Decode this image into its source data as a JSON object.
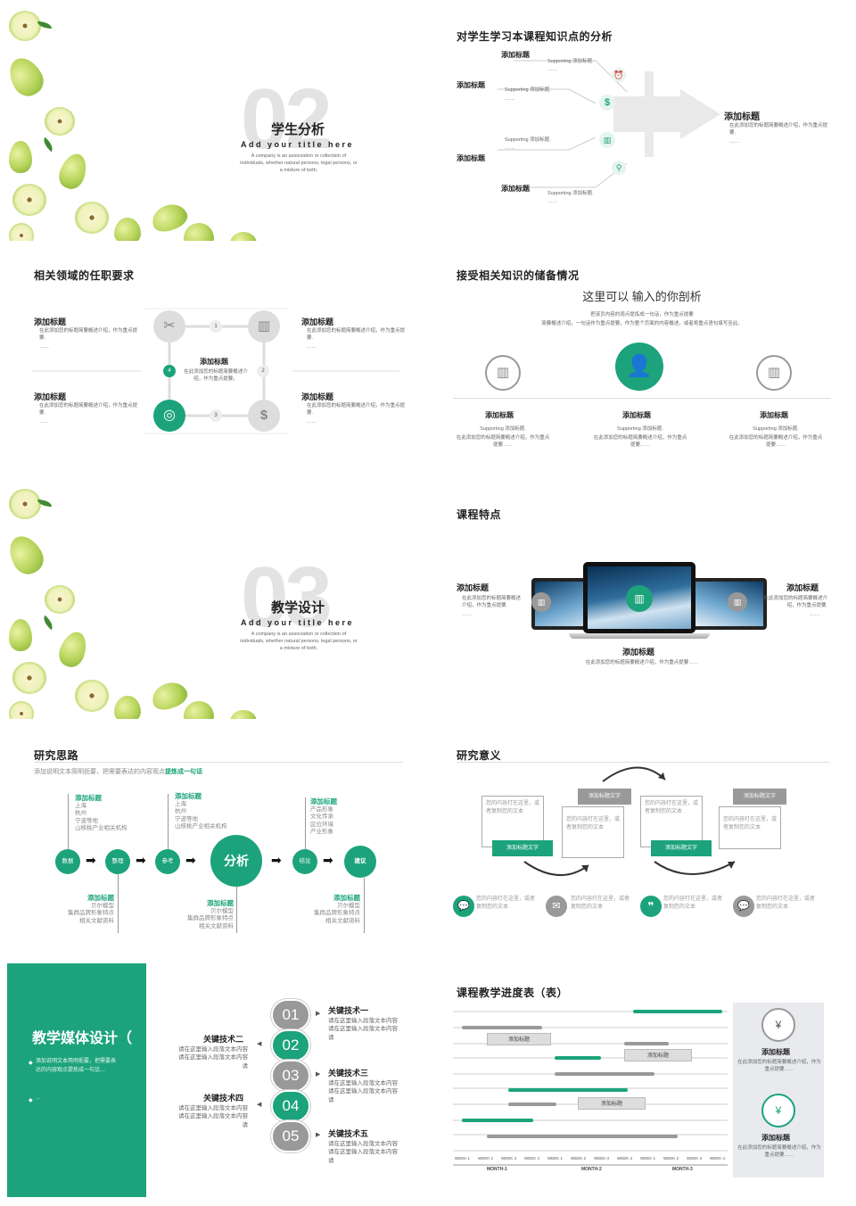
{
  "s1": {
    "number": "02",
    "title": "学生分析",
    "subtitle": "Add your title here",
    "desc": "A company is an association or collection of individuals, whether natural persons, legal persons, or a mixture of both."
  },
  "s2": {
    "title": "对学生学习本课程知识点的分析",
    "items": [
      {
        "heading": "添加标题",
        "sub": "Supporting 添加标题.",
        "dots": "……"
      },
      {
        "heading": "添加标题",
        "sub": "Supporting 添加标题.",
        "dots": "……"
      },
      {
        "heading": "添加标题",
        "sub": "Supporting 添加标题.",
        "dots": "……"
      },
      {
        "heading": "添加标题",
        "sub": "Supporting 添加标题.",
        "dots": "……"
      }
    ],
    "right": {
      "heading": "添加标题",
      "line": "在此添加您的标题简要概述介绍，作为重点提要.",
      "dots": "……"
    }
  },
  "s3": {
    "title": "相关领域的任职要求",
    "blocks": [
      {
        "heading": "添加标题",
        "line": "在此添加您的标题简要概述介绍，作为重点提要.",
        "dots": "……"
      },
      {
        "heading": "添加标题",
        "line": "在此添加您的标题简要概述介绍，作为重点提要.",
        "dots": "……"
      },
      {
        "heading": "添加标题",
        "line": "在此添加您的标题简要概述介绍，作为重点提要.",
        "dots": "……"
      },
      {
        "heading": "添加标题",
        "line": "在此添加您的标题简要概述介绍，作为重点提要.",
        "dots": "……"
      }
    ],
    "center": {
      "heading": "添加标题",
      "line": "在此添加您的标题简要概述介绍，作为重点提要。"
    },
    "nums": [
      "1",
      "2",
      "3",
      "4"
    ]
  },
  "s4": {
    "title": "接受相关知识的储备情况",
    "headline": "这里可以 输入的你剖析",
    "desc1": "把该页内容的观点提炼成一句话，作为重点提要",
    "desc2": "简要概述介绍，一句话作为重点提要，作为整个页面的内容概述，或者将重点语句填写至此。",
    "cols": [
      {
        "heading": "添加标题",
        "sub": "Supporting 添加标题.",
        "line": "在此添加您的标题简要概述介绍，作为重点提要……"
      },
      {
        "heading": "添加标题",
        "sub": "Supporting 添加标题.",
        "line": "在此添加您的标题简要概述介绍，作为重点提要……"
      },
      {
        "heading": "添加标题",
        "sub": "Supporting 添加标题.",
        "line": "在此添加您的标题简要概述介绍，作为重点提要……"
      }
    ]
  },
  "s5": {
    "number": "03",
    "title": "教学设计",
    "subtitle": "Add your title here",
    "desc": "A company is an association or collection of individuals, whether natural persons, legal persons, or a mixture of both."
  },
  "s6": {
    "title": "课程特点",
    "left": {
      "heading": "添加标题",
      "line": "在此添加您的标题简要概述介绍，作为重点提要.",
      "dots": "……"
    },
    "right": {
      "heading": "添加标题",
      "line": "在此添加您的标题简要概述介绍，作为重点提要.",
      "dots": "……"
    },
    "bottom": {
      "heading": "添加标题",
      "line": "在此添加您的标题简要概述介绍，作为重点提要……"
    }
  },
  "s7": {
    "title": "研究思路",
    "desc": "添加说明文本简明扼要，把需要表达的内容观点",
    "desc_em": "提炼成一句话",
    "nodes": [
      "数据",
      "整理",
      "参考",
      "分析",
      "结论",
      "建议"
    ],
    "top": [
      {
        "heading": "添加标题",
        "lines": [
          "上海",
          "杭州",
          "宁波等地",
          "山核桃产业相关机构"
        ]
      },
      {
        "heading": "添加标题",
        "lines": [
          "上海",
          "杭州",
          "宁波等地",
          "山核桃产业相关机构"
        ]
      },
      {
        "heading": "添加标题",
        "lines": [
          "产品形象",
          "文化传承",
          "区位环境",
          "产业形象"
        ]
      }
    ],
    "bottom": [
      {
        "heading": "添加标题",
        "lines": [
          "贝尔模型",
          "集群品牌形象特点",
          "相关文献资料"
        ]
      },
      {
        "heading": "添加标题",
        "lines": [
          "贝尔模型",
          "集群品牌形象特点",
          "相关文献资料"
        ]
      },
      {
        "heading": "添加标题",
        "lines": [
          "贝尔模型",
          "集群品牌形象特点",
          "相关文献资料"
        ]
      }
    ]
  },
  "s8": {
    "title": "研究意义",
    "box_text": "您的内容打在这里，或者复制您的文本",
    "label": "添加标题文字",
    "bottom_text": "您的内容打在这里，或者复制您的文本"
  },
  "s9": {
    "title": "教学媒体设计（",
    "bullet1": "添加说明文本简明扼要，把需要表达的内容观点提炼成一句话…",
    "bullet2": "…",
    "items": [
      {
        "num": "01",
        "heading": "关键技术一",
        "text": "请在这里输入段落文本内容请在这里输入段落文本内容请"
      },
      {
        "num": "02",
        "heading": "关键技术二",
        "text": "请在这里输入段落文本内容请在这里输入段落文本内容请"
      },
      {
        "num": "03",
        "heading": "关键技术三",
        "text": "请在这里输入段落文本内容请在这里输入段落文本内容请"
      },
      {
        "num": "04",
        "heading": "关键技术四",
        "text": "请在这里输入段落文本内容请在这里输入段落文本内容请"
      },
      {
        "num": "05",
        "heading": "关键技术五",
        "text": "请在这里输入段落文本内容请在这里输入段落文本内容请"
      }
    ]
  },
  "s10": {
    "title": "课程教学进度表（表）",
    "bar_label": "添加标题",
    "weeks": [
      "WEEK 1",
      "WEEK 2",
      "WEEK 3",
      "WEEK 4",
      "WEEK 1",
      "WEEK 2",
      "WEEK 3",
      "WEEK 4",
      "WEEK 1",
      "WEEK 2",
      "WEEK 3",
      "WEEK 4"
    ],
    "months": [
      "MONTH-1",
      "MONTH-2",
      "MONTH-3"
    ],
    "side": [
      {
        "heading": "添加标题",
        "line": "在此添加您的标题简要概述介绍，作为重点提要……"
      },
      {
        "heading": "添加标题",
        "line": "在此添加您的标题简要概述介绍，作为重点提要……"
      }
    ]
  },
  "colors": {
    "accent": "#1ca37b",
    "gray": "#999999"
  }
}
